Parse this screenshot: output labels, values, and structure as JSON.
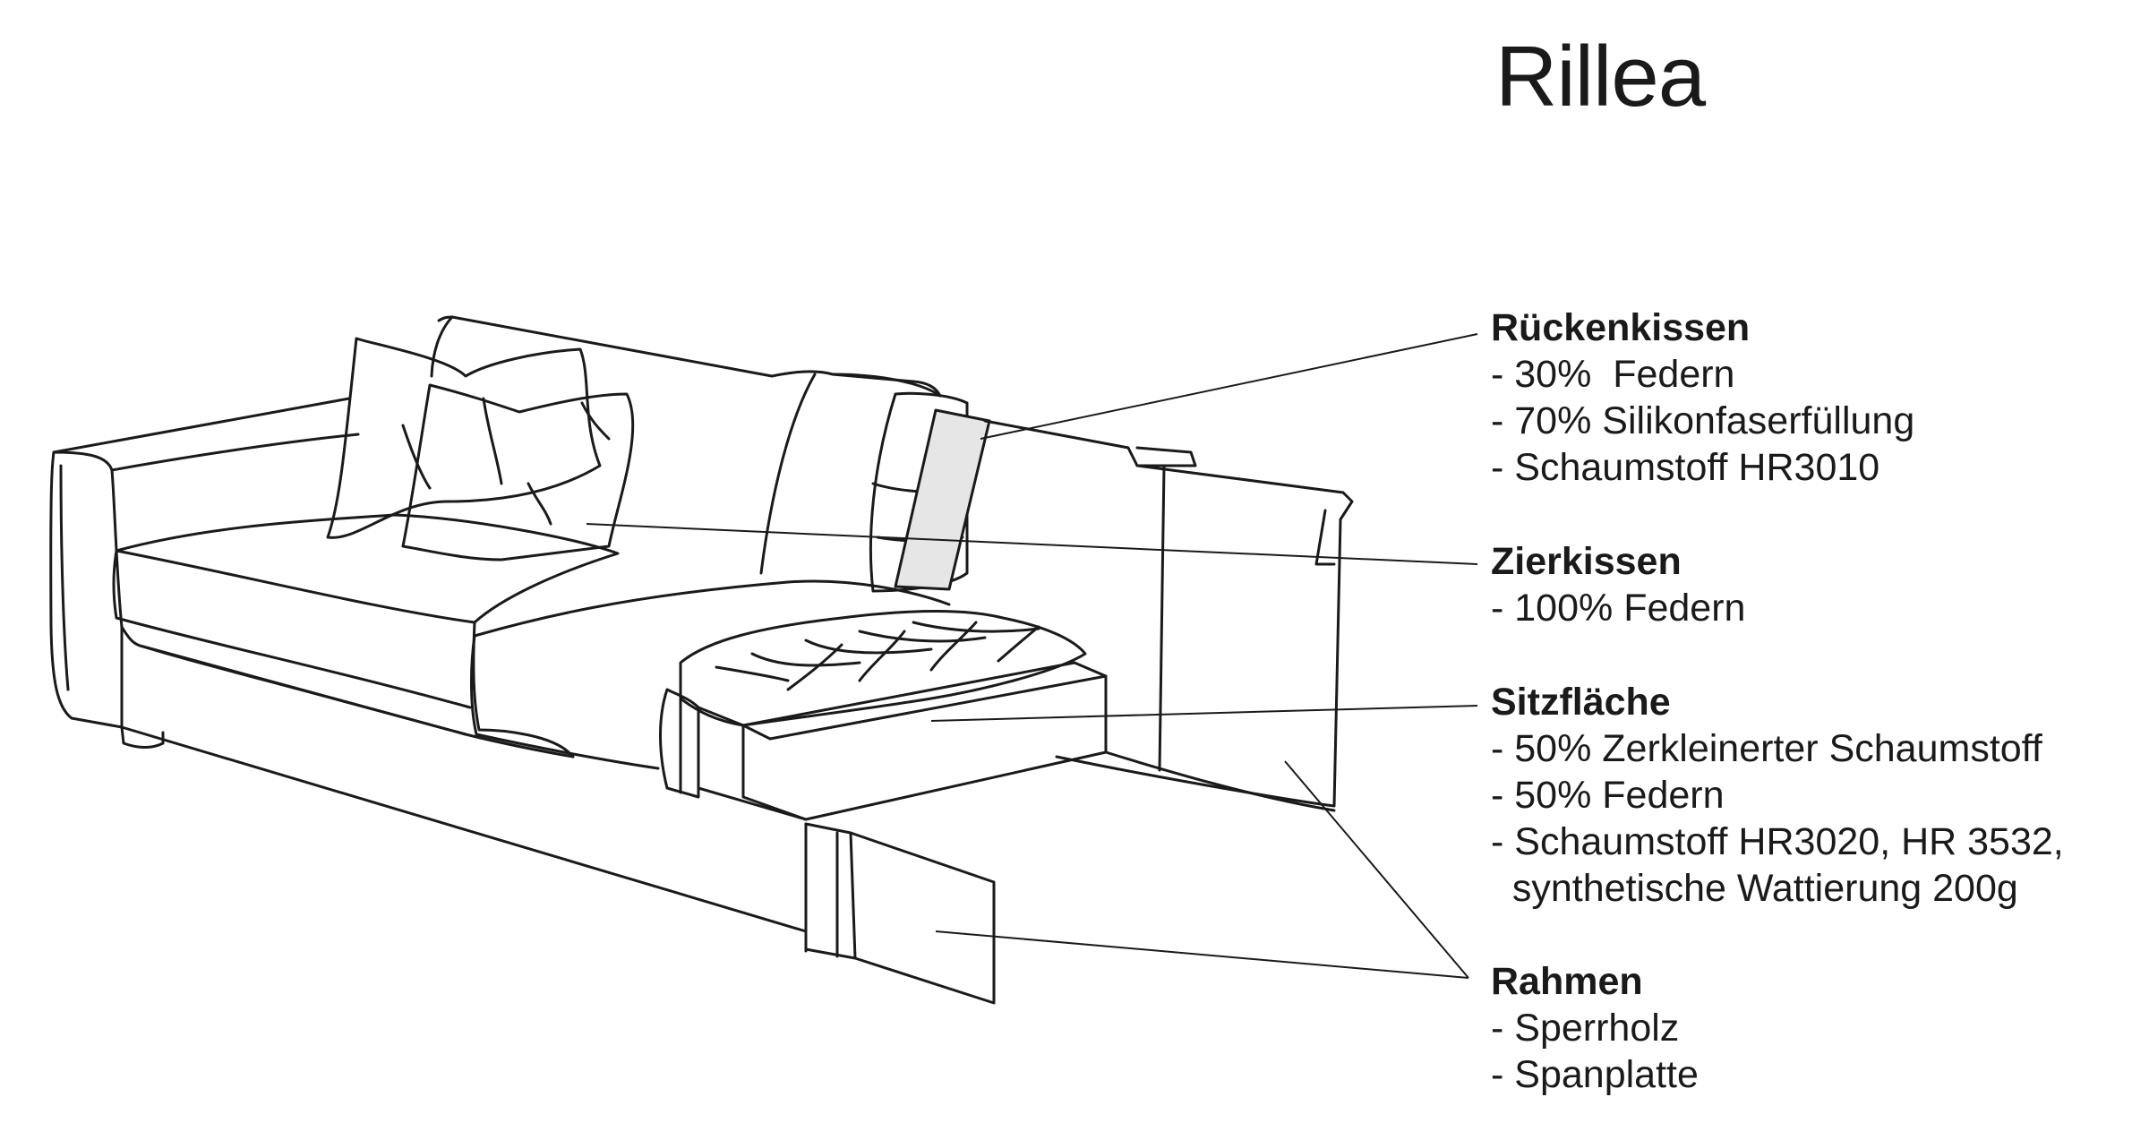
{
  "title": "Rillea",
  "sections": [
    {
      "heading": "Rückenkissen",
      "items": [
        "- 30%  Federn",
        "- 70% Silikonfaserfüllung",
        "- Schaumstoff HR3010"
      ]
    },
    {
      "heading": "Zierkissen",
      "items": [
        "- 100% Federn"
      ]
    },
    {
      "heading": "Sitzfläche",
      "items": [
        "- 50% Zerkleinerter Schaumstoff",
        "- 50% Federn",
        "- Schaumstoff HR3020, HR 3532,",
        "  synthetische Wattierung 200g"
      ]
    },
    {
      "heading": "Rahmen",
      "items": [
        "- Sperrholz",
        "- Spanplatte"
      ]
    }
  ],
  "colors": {
    "ink": "#1a1a1a",
    "insert_fill": "#e6e6e6",
    "background": "#ffffff"
  }
}
